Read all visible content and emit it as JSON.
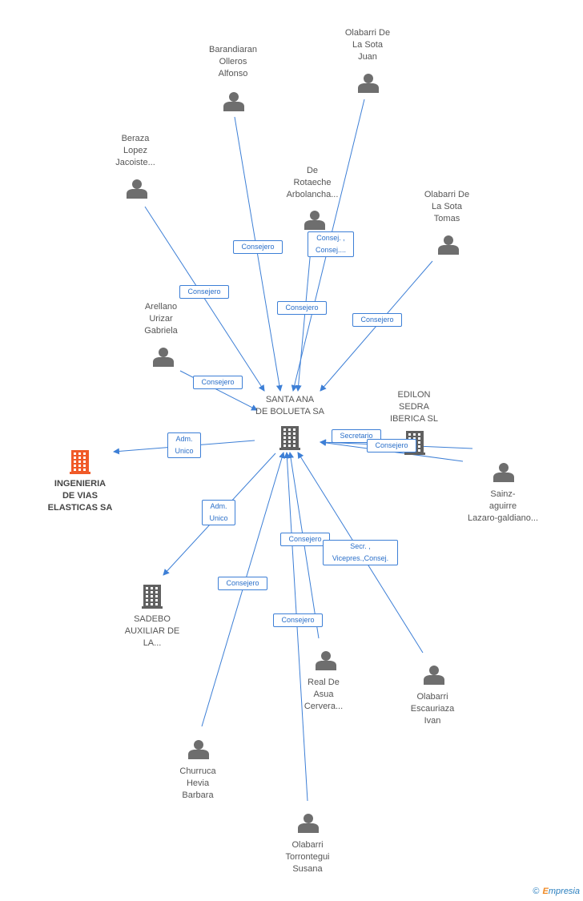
{
  "nodes": [
    {
      "id": "santa_ana",
      "type": "company",
      "label": "SANTA ANA\nDE BOLUETA SA",
      "color": "#606060"
    },
    {
      "id": "ingenieria",
      "type": "company",
      "label": "INGENIERIA\nDE VIAS\nELASTICAS SA",
      "color": "#f05a28",
      "bold": true
    },
    {
      "id": "edilon",
      "type": "company",
      "label": "EDILON\nSEDRA\nIBERICA SL",
      "color": "#606060"
    },
    {
      "id": "sadebo",
      "type": "company",
      "label": "SADEBO\nAUXILIAR DE\nLA...",
      "color": "#606060"
    },
    {
      "id": "barandiaran",
      "type": "person",
      "label": "Barandiaran\nOlleros\nAlfonso"
    },
    {
      "id": "olabarri_juan",
      "type": "person",
      "label": "Olabarri De\nLa Sota\nJuan"
    },
    {
      "id": "beraza",
      "type": "person",
      "label": "Beraza\nLopez\nJacoiste..."
    },
    {
      "id": "de_rotaeche",
      "type": "person",
      "label": "De\nRotaeche\nArbolancha..."
    },
    {
      "id": "olabarri_tomas",
      "type": "person",
      "label": "Olabarri De\nLa Sota\nTomas"
    },
    {
      "id": "arellano",
      "type": "person",
      "label": "Arellano\nUrizar\nGabriela"
    },
    {
      "id": "sainz",
      "type": "person",
      "label": "Sainz-\naguirre\nLazaro-galdiano..."
    },
    {
      "id": "real_de_asua",
      "type": "person",
      "label": "Real De\nAsua\nCervera..."
    },
    {
      "id": "olabarri_ivan",
      "type": "person",
      "label": "Olabarri\nEscauriaza\nIvan"
    },
    {
      "id": "churruca",
      "type": "person",
      "label": "Churruca\nHevia\nBarbara"
    },
    {
      "id": "olabarri_susana",
      "type": "person",
      "label": "Olabarri\nTorrontegui\nSusana"
    }
  ],
  "edges": [
    {
      "from": "barandiaran",
      "to": "santa_ana",
      "label": "Consejero"
    },
    {
      "from": "olabarri_juan",
      "to": "santa_ana",
      "label": "Consej. ,\nConsej...."
    },
    {
      "from": "beraza",
      "to": "santa_ana",
      "label": "Consejero"
    },
    {
      "from": "de_rotaeche",
      "to": "santa_ana",
      "label": "Consejero"
    },
    {
      "from": "olabarri_tomas",
      "to": "santa_ana",
      "label": "Consejero"
    },
    {
      "from": "arellano",
      "to": "santa_ana",
      "label": "Consejero"
    },
    {
      "from": "santa_ana",
      "to": "ingenieria",
      "label": "Adm.\nUnico"
    },
    {
      "from": "edilon",
      "to": "santa_ana",
      "label": "Secretario"
    },
    {
      "from": "sainz",
      "to": "santa_ana",
      "label": "Consejero"
    },
    {
      "from": "santa_ana",
      "to": "sadebo",
      "label": "Adm.\nUnico"
    },
    {
      "from": "real_de_asua",
      "to": "santa_ana",
      "label": "Consejero"
    },
    {
      "from": "olabarri_ivan",
      "to": "santa_ana",
      "label": "Secr. ,\nVicepres.,Consej."
    },
    {
      "from": "churruca",
      "to": "santa_ana",
      "label": "Consejero"
    },
    {
      "from": "olabarri_susana",
      "to": "santa_ana",
      "label": "Consejero"
    }
  ],
  "colors": {
    "edge": "#3d7fd6",
    "person": "#6e6e6e",
    "company": "#606060",
    "highlight": "#f05a28"
  },
  "brand": {
    "symbol": "©",
    "initial": "E",
    "rest": "mpresia"
  }
}
